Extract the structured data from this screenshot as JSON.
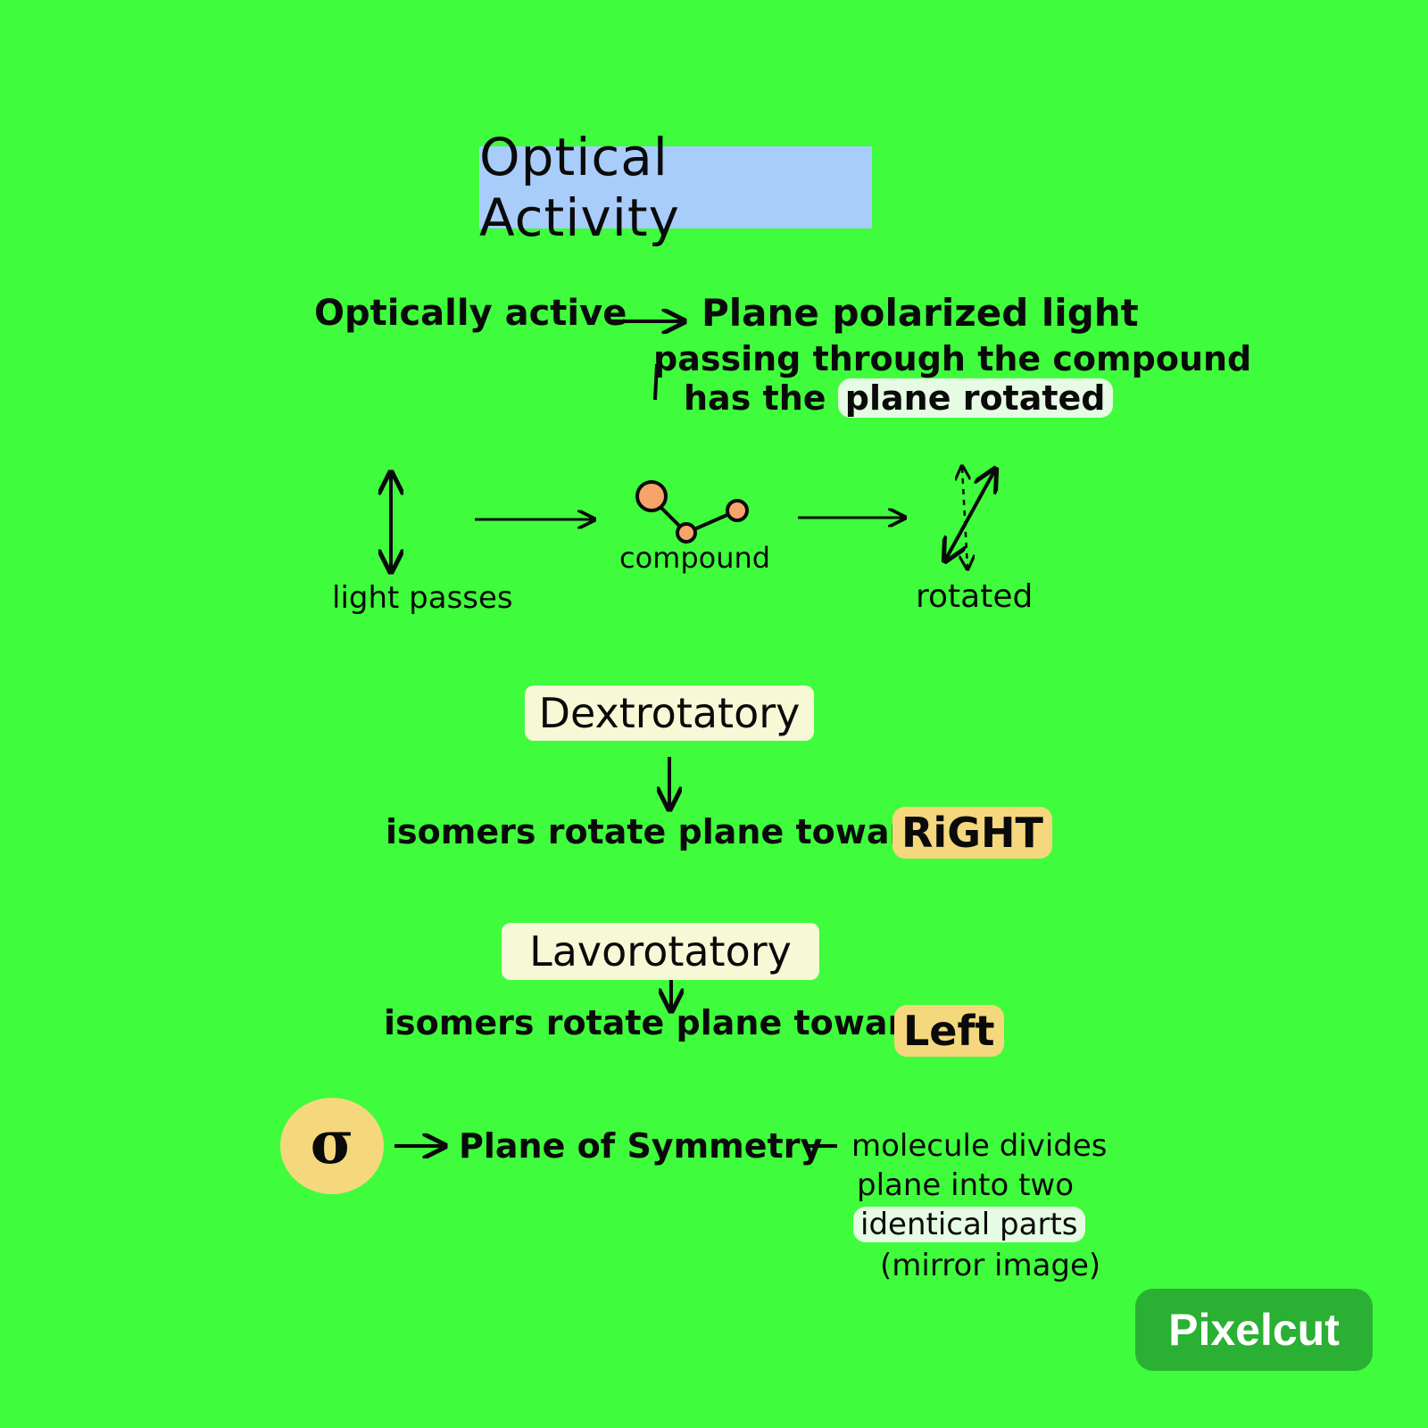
{
  "title": "Optical Activity",
  "definition": {
    "term": "Optically active",
    "line1": "Plane polarized light",
    "line2": "passing through the compound",
    "line3_prefix": "has the",
    "line3_highlight": "plane rotated"
  },
  "flow": {
    "light_label": "light passes",
    "compound_label": "compound",
    "rotated_label": "rotated"
  },
  "dextro": {
    "heading": "Dextrotatory",
    "desc": "isomers rotate plane towards",
    "direction": "RiGHT"
  },
  "levo": {
    "heading": "Lavorotatory",
    "desc": "isomers rotate plane towards",
    "direction": "Left"
  },
  "symmetry": {
    "symbol": "σ",
    "label": "Plane of Symmetry",
    "line1": "molecule divides",
    "line2": "plane into two",
    "line3": "identical parts",
    "line4": "(mirror image)"
  },
  "watermark": "Pixelcut",
  "colors": {
    "background": "#3ffd3c",
    "title_box": "#a8cdfb",
    "highlight_yellow": "#f5d77e",
    "molecule": "#f6a46a",
    "watermark_bg": "#2ab032"
  }
}
